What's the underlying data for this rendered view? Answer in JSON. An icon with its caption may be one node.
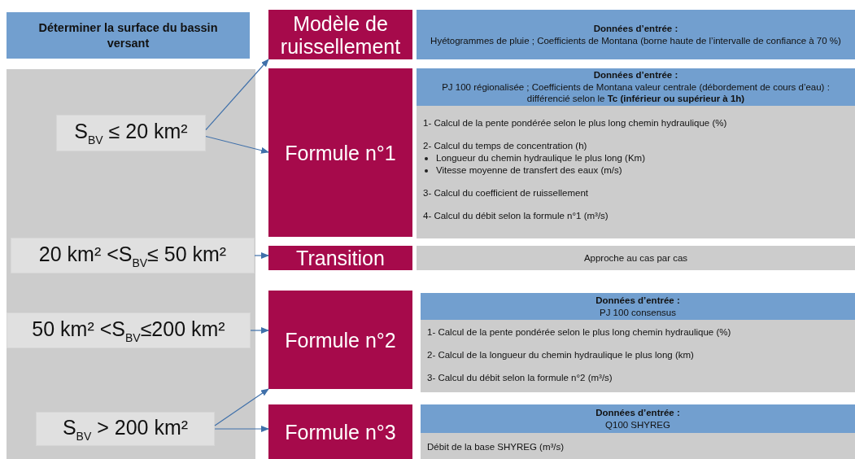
{
  "diagram": {
    "nodes": [
      {
        "text": [
          "Déterminer la surface du bassin versant"
        ]
      },
      {
        "text": [],
        "shape": "box"
      },
      {
        "text": [
          "S$_{BV}$ ≤ 20 km²"
        ],
        "in": 1
      },
      {
        "text": [
          "20 km² <S$_{BV}$≤ 50 km²"
        ],
        "in": 1
      },
      {
        "text": [
          "50 km² <S$_{BV}$≤200 km²"
        ],
        "in": 1
      },
      {
        "text": [
          "S$_{BV}$ > 200 km²"
        ],
        "in": 1
      },
      {
        "text": [
          "Modèle de ruissellement"
        ]
      },
      {
        "text": [
          "Formule n°1"
        ]
      },
      {
        "text": [
          "Transition"
        ]
      },
      {
        "text": [
          "Formule n°2"
        ]
      },
      {
        "text": [
          "Formule n°3"
        ]
      },
      {
        "text": [
          "Données d’entrée :",
          "Hyétogrammes de pluie ; Coefficients de Montana (borne haute de l’intervalle de confiance à 70 %)"
        ]
      },
      {
        "text": [
          "Données d’entrée :",
          "PJ 100 régionalisée ; Coefficients de Montana valeur centrale (débordement de cours d’eau) : différencié selon le **Tc (inférieur ou supérieur à 1h)**"
        ]
      },
      {
        "text": [
          "1- Calcul de la pente pondérée selon le plus long chemin hydraulique (%)",
          "2- Calcul du temps de concentration (h)",
          "Longueur du chemin hydraulique le plus long (Km)",
          "Vitesse moyenne de transfert des eaux (m/s)",
          "3- Calcul du coefficient de ruissellement",
          "4- Calcul du débit selon la formule n°1 (m³/s)"
        ]
      },
      {
        "text": [
          "Approche au cas par cas"
        ]
      },
      {
        "text": [
          "Données d’entrée :",
          "PJ 100 consensus"
        ]
      },
      {
        "text": [
          "1- Calcul de la pente pondérée selon le plus long chemin hydraulique (%)",
          "2- Calcul de la longueur du chemin hydraulique le plus long (km)",
          "3- Calcul du débit selon la formule n°2 (m³/s)"
        ]
      },
      {
        "text": [
          "Données d’entrée :",
          "Q100 SHYREG"
        ]
      },
      {
        "text": [
          "Débit de la base SHYREG (m³/s)"
        ]
      }
    ],
    "edges": [
      {
        "from": 2,
        "to": 6,
        "arrow": "to"
      },
      {
        "from": 2,
        "to": 7,
        "arrow": "to"
      },
      {
        "from": 3,
        "to": 8,
        "arrow": "to"
      },
      {
        "from": 4,
        "to": 9,
        "arrow": "to"
      },
      {
        "from": 5,
        "to": 9,
        "arrow": "to"
      },
      {
        "from": 5,
        "to": 10,
        "arrow": "to"
      }
    ]
  }
}
